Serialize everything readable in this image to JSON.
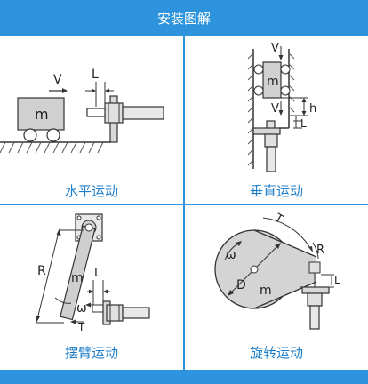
{
  "header": {
    "title": "安装图解"
  },
  "cells": [
    {
      "caption": "水平运动",
      "labels": {
        "V": "V",
        "L": "L",
        "m": "m"
      }
    },
    {
      "caption": "垂直运动",
      "labels": {
        "V": "V",
        "m": "m",
        "h": "h",
        "L": "L"
      }
    },
    {
      "caption": "摆臂运动",
      "labels": {
        "R": "R",
        "m": "m",
        "L": "L",
        "omega": "ω",
        "T": "T"
      }
    },
    {
      "caption": "旋转运动",
      "labels": {
        "T": "T",
        "R": "R",
        "omega": "ω",
        "D": "D",
        "m": "m",
        "L": "L"
      }
    }
  ],
  "colors": {
    "accent": "#2d93dc",
    "caption": "#1f7fc8"
  }
}
